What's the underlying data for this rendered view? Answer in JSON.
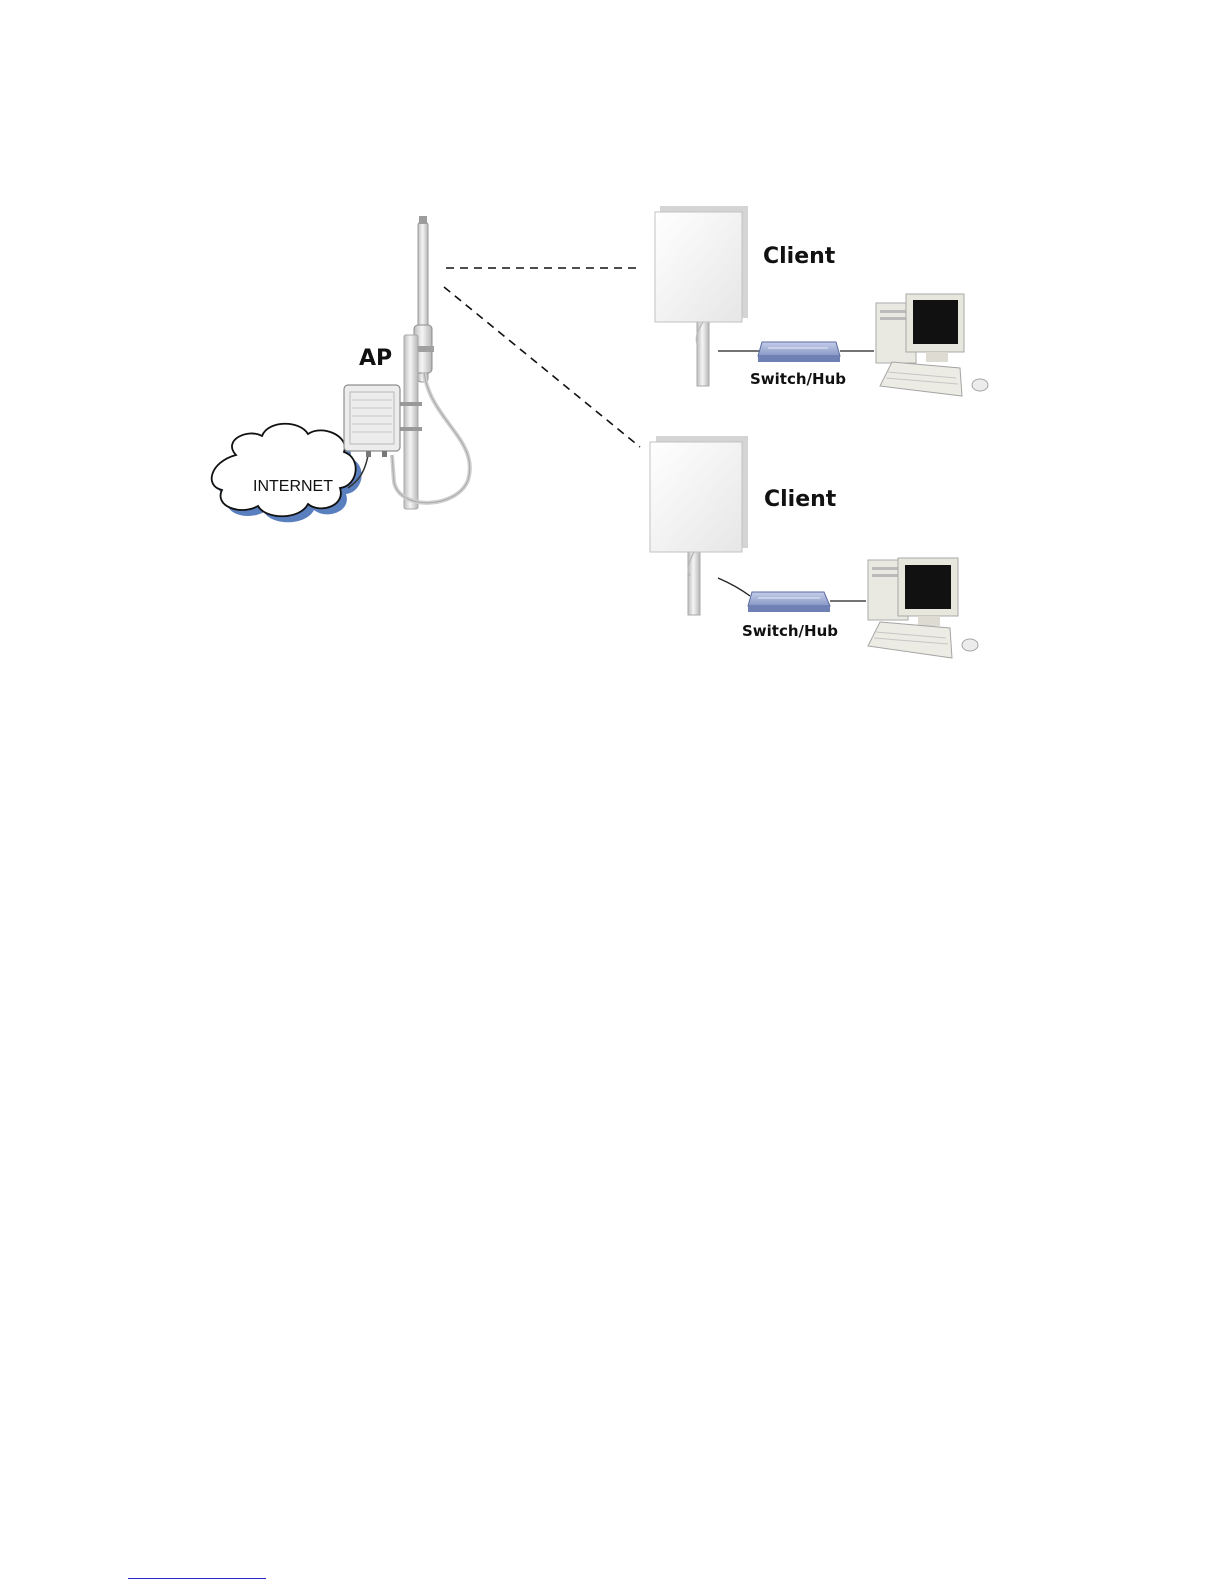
{
  "diagram": {
    "labels": {
      "ap": "AP",
      "internet": "INTERNET",
      "client_top": "Client",
      "client_bottom": "Client",
      "switch_top": "Switch/Hub",
      "switch_bottom": "Switch/Hub"
    },
    "colors": {
      "link_dashed": "#111111",
      "cloud_shadow": "#5a7fbf",
      "switch_body": "#9fb0d8",
      "panel": "#f1f1f1",
      "pole": "#dcdcdc",
      "monitor_screen": "#111111"
    },
    "icons": {
      "antenna": "omni-antenna-icon",
      "ap_box": "outdoor-ap-enclosure-icon",
      "cloud": "internet-cloud-icon",
      "panel": "panel-antenna-icon",
      "switch": "switch-hub-icon",
      "computer": "desktop-computer-icon"
    }
  }
}
